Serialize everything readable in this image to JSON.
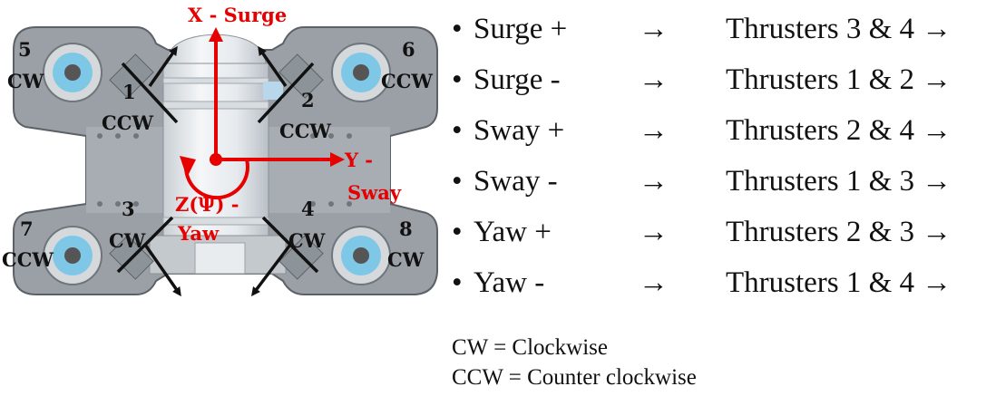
{
  "diagram": {
    "axes": {
      "x_label": "X - Surge",
      "y_label_line1": "Y -",
      "y_label_line2": "Sway",
      "z_label_line1": "Z(Ψ)  -",
      "z_label_line2": "Yaw"
    },
    "thrusters": [
      {
        "number": "1",
        "direction": "CCW"
      },
      {
        "number": "2",
        "direction": "CCW"
      },
      {
        "number": "3",
        "direction": "CW"
      },
      {
        "number": "4",
        "direction": "CW"
      },
      {
        "number": "5",
        "direction": "CW"
      },
      {
        "number": "6",
        "direction": "CCW"
      },
      {
        "number": "7",
        "direction": "CCW"
      },
      {
        "number": "8",
        "direction": "CW"
      }
    ]
  },
  "mapping": {
    "bullet": "•",
    "arrow": "→",
    "rows": [
      {
        "motion": "Surge +",
        "thrusters": "Thrusters 3 & 4 →"
      },
      {
        "motion": "Surge -",
        "thrusters": "Thrusters 1 & 2 →"
      },
      {
        "motion": "Sway +",
        "thrusters": "Thrusters 2 & 4 →"
      },
      {
        "motion": "Sway -",
        "thrusters": "Thrusters 1 & 3 →"
      },
      {
        "motion": "Yaw +",
        "thrusters": "Thrusters 2 & 3 →"
      },
      {
        "motion": "Yaw -",
        "thrusters": "Thrusters 1 & 4 →"
      }
    ]
  },
  "legend": {
    "cw": "CW = Clockwise",
    "ccw": "CCW = Counter clockwise"
  }
}
